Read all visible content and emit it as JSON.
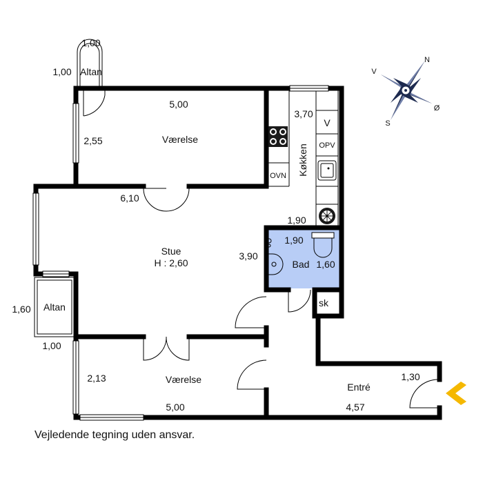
{
  "rooms": {
    "altan_top": "Altan",
    "altan_left": "Altan",
    "vaerelse_top": "Værelse",
    "vaerelse_bottom": "Værelse",
    "stue": "Stue",
    "stue_height": "H : 2,60",
    "koekken": "Køkken",
    "bad": "Bad",
    "entre": "Entré",
    "sk": "sk"
  },
  "dimensions": {
    "altan_top_w": "1,00",
    "altan_top_h": "1,00",
    "vaerelse_top_w": "5,00",
    "vaerelse_top_h": "2,55",
    "stue_w": "6,10",
    "stue_h": "3,90",
    "koekken_h": "3,70",
    "koekken_w": "1,90",
    "bad_w": "1,90",
    "bad_h": "1,60",
    "altan_left_h": "1,60",
    "altan_left_w": "1,00",
    "vaerelse_bottom_h": "2,13",
    "vaerelse_bottom_w": "5,00",
    "entre_h": "1,30",
    "entre_w": "4,57"
  },
  "fixtures": {
    "oven": "OVN",
    "dishwasher": "OPV",
    "washer": "V"
  },
  "compass": {
    "n": "N",
    "s": "S",
    "e": "Ø",
    "w": "V"
  },
  "disclaimer": "Vejledende tegning uden ansvar.",
  "colors": {
    "bathroom": "#b8cdf6",
    "entrance_arrow": "#f5b800",
    "compass_dark": "#1d2a4f"
  }
}
